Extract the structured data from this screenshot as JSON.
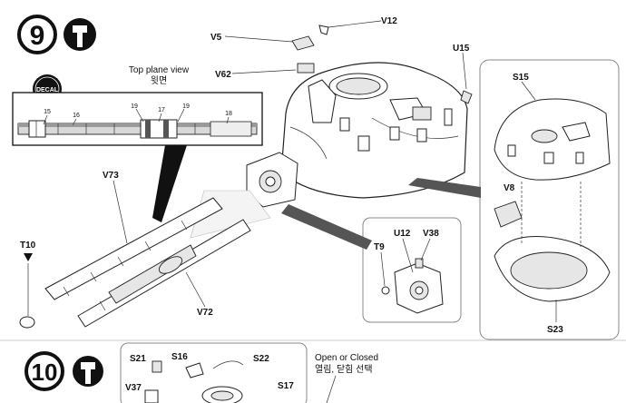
{
  "steps": [
    {
      "number": "9",
      "tool": "cement-tube-icon"
    },
    {
      "number": "10",
      "tool": "cement-tube-icon"
    }
  ],
  "top_view": {
    "title": "Top plane view",
    "subtitle": "윗면",
    "decal_label": "DECAL",
    "decal_numbers": [
      "15",
      "16",
      "19",
      "17",
      "19",
      "18"
    ]
  },
  "step9_parts": [
    "V5",
    "V12",
    "V62",
    "U15",
    "S15",
    "V73",
    "V8",
    "T10",
    "U12",
    "V38",
    "T9",
    "V72",
    "S23"
  ],
  "step10": {
    "parts": [
      "S21",
      "S16",
      "S22",
      "V37",
      "S17"
    ],
    "note": "Open or Closed",
    "note_ko": "열림, 닫힘 선택"
  }
}
